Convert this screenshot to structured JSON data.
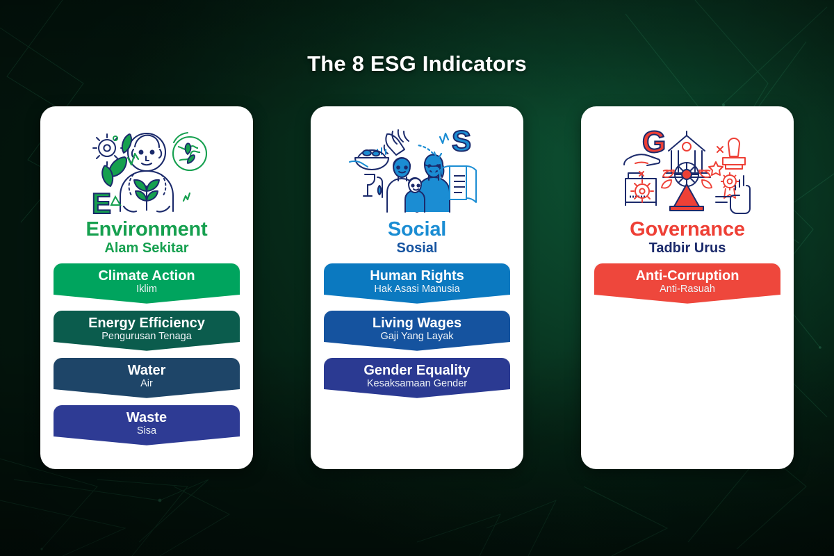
{
  "header": {
    "title": "The 8 ESG Indicators"
  },
  "theme": {
    "background_dark_green": "#062a19",
    "background_mid_green": "#0d5434",
    "card_background": "#ffffff",
    "title_color": "#ffffff"
  },
  "cards": [
    {
      "id": "environment",
      "icon_name": "environment-illustration",
      "letter_badge": "E",
      "title": "Environment",
      "title_color": "#16a04f",
      "subtitle": "Alam Sekitar",
      "subtitle_color": "#16a04f",
      "indicators": [
        {
          "label": "Climate Action",
          "sub": "Iklim",
          "color": "#00a45e"
        },
        {
          "label": "Energy Efficiency",
          "sub": "Pengurusan Tenaga",
          "color": "#0b5c4d"
        },
        {
          "label": "Water",
          "sub": "Air",
          "color": "#1e4568"
        },
        {
          "label": "Waste",
          "sub": "Sisa",
          "color": "#2e3b94"
        }
      ]
    },
    {
      "id": "social",
      "icon_name": "social-illustration",
      "letter_badge": "S",
      "title": "Social",
      "title_color": "#1b8dd3",
      "subtitle": "Sosial",
      "subtitle_color": "#1553a0",
      "indicators": [
        {
          "label": "Human Rights",
          "sub": "Hak Asasi Manusia",
          "color": "#0b79c0"
        },
        {
          "label": "Living Wages",
          "sub": "Gaji Yang Layak",
          "color": "#15539f"
        },
        {
          "label": "Gender Equality",
          "sub": "Kesaksamaan Gender",
          "color": "#2b3a92"
        }
      ]
    },
    {
      "id": "governance",
      "icon_name": "governance-illustration",
      "letter_badge": "G",
      "title": "Governance",
      "title_color": "#ee4036",
      "subtitle": "Tadbir Urus",
      "subtitle_color": "#1b2a6b",
      "indicators": [
        {
          "label": "Anti-Corruption",
          "sub": "Anti-Rasuah",
          "color": "#ee473c"
        }
      ]
    }
  ]
}
